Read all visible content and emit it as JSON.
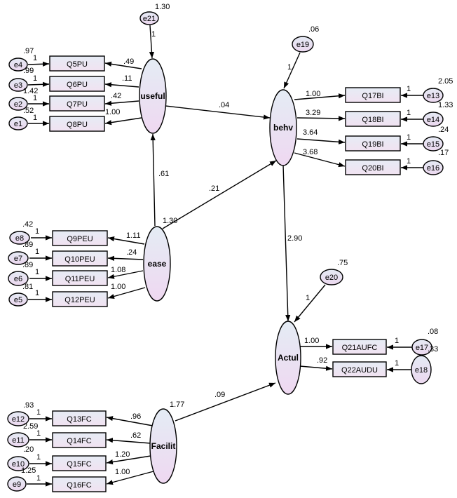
{
  "observed": {
    "Q5PU": "Q5PU",
    "Q6PU": "Q6PU",
    "Q7PU": "Q7PU",
    "Q8PU": "Q8PU",
    "Q9PEU": "Q9PEU",
    "Q10PEU": "Q10PEU",
    "Q11PEU": "Q11PEU",
    "Q12PEU": "Q12PEU",
    "Q13FC": "Q13FC",
    "Q14FC": "Q14FC",
    "Q15FC": "Q15FC",
    "Q16FC": "Q16FC",
    "Q17BI": "Q17BI",
    "Q18BI": "Q18BI",
    "Q19BI": "Q19BI",
    "Q20BI": "Q20BI",
    "Q21AUFC": "Q21AUFC",
    "Q22AUDU": "Q22AUDU"
  },
  "latent": {
    "useful": "useful",
    "ease": "ease",
    "Facilit": "Facilit",
    "behv": "behv",
    "Actul": "Actul"
  },
  "errors": {
    "e1": "e1",
    "e2": "e2",
    "e3": "e3",
    "e4": "e4",
    "e5": "e5",
    "e6": "e6",
    "e7": "e7",
    "e8": "e8",
    "e9": "e9",
    "e10": "e10",
    "e11": "e11",
    "e12": "e12",
    "e13": "e13",
    "e14": "e14",
    "e15": "e15",
    "e16": "e16",
    "e17": "e17",
    "e18": "e18",
    "e19": "e19",
    "e20": "e20",
    "e21": "e21"
  },
  "variances": {
    "e1": ".52",
    "e2": "1.42",
    "e3": ".99",
    "e4": ".97",
    "e5": ".81",
    "e6": ".89",
    "e7": ".89",
    "e8": ".42",
    "e9": "1.25",
    "e10": ".20",
    "e11": "2.59",
    "e12": ".93",
    "e13": "2.05",
    "e14": "1.33",
    "e15": ".24",
    "e16": ".17",
    "e17": ".08",
    "e18": ".33",
    "e19": ".06",
    "e20": ".75",
    "e21": "1.30",
    "ease": "1.30",
    "Facilit": "1.77"
  },
  "fixed_paths": {
    "e1": "1",
    "e2": "1",
    "e3": "1",
    "e4": "1",
    "e5": "1",
    "e6": "1",
    "e7": "1",
    "e8": "1",
    "e9": "1",
    "e10": "1",
    "e11": "1",
    "e12": "1",
    "e13": "1",
    "e14": "1",
    "e15": "1",
    "e16": "1",
    "e17": "1",
    "e18": "1",
    "e19": "1",
    "e20": "1",
    "e21": "1"
  },
  "loadings": {
    "Q5PU": ".49",
    "Q6PU": ".11",
    "Q7PU": ".42",
    "Q8PU": "1.00",
    "Q9PEU": "1.11",
    "Q10PEU": ".24",
    "Q11PEU": "1.08",
    "Q12PEU": "1.00",
    "Q13FC": ".96",
    "Q14FC": ".62",
    "Q15FC": "1.20",
    "Q16FC": "1.00",
    "Q17BI": "1.00",
    "Q18BI": "3.29",
    "Q19BI": "3.64",
    "Q20BI": "3.68",
    "Q21AUFC": "1.00",
    "Q22AUDU": ".92"
  },
  "structural": {
    "useful_behv": ".04",
    "ease_useful": ".61",
    "ease_behv": ".21",
    "behv_Actul": "2.90",
    "Facilit_Actul": ".09"
  }
}
